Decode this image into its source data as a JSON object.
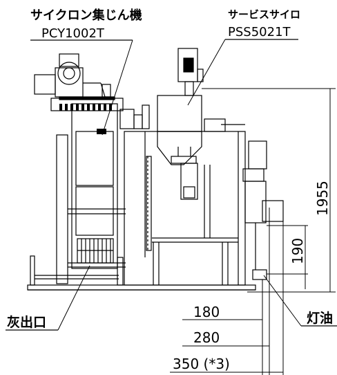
{
  "callouts": {
    "cyclone_name": "サイクロン集じん機",
    "cyclone_model": "PCY1002T",
    "silo_name": "サービスサイロ",
    "silo_model": "PSS5021T",
    "ash_outlet": "灰出口",
    "kerosene": "灯油"
  },
  "dimensions": {
    "total_height": "1955",
    "inlet_height": "190",
    "width_180": "180",
    "width_280": "280",
    "width_350": "350 (*3)"
  }
}
